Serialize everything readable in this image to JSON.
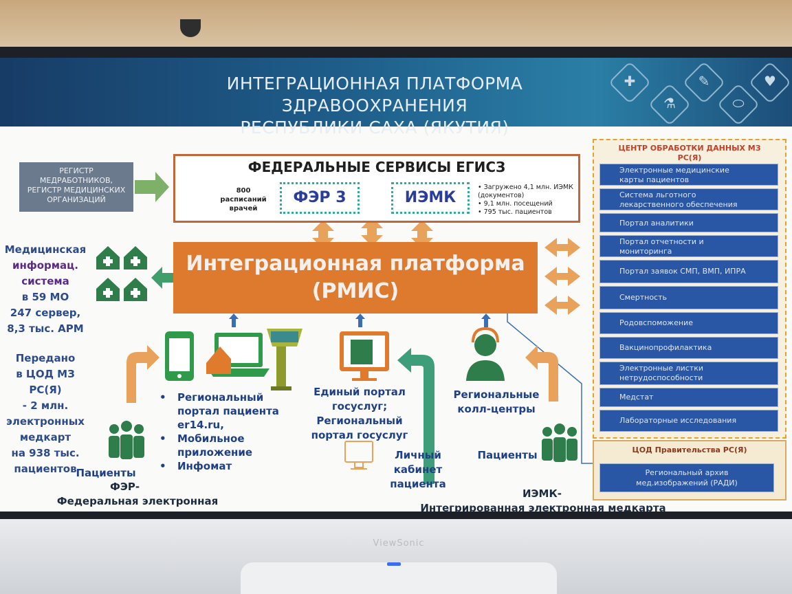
{
  "header": {
    "title_line1": "ИНТЕГРАЦИОННАЯ ПЛАТФОРМА ЗДРАВООХРАНЕНИЯ",
    "title_line2": "РЕСПУБЛИКИ САХА (ЯКУТИЯ)"
  },
  "federal": {
    "title": "ФЕДЕРАЛЬНЫЕ СЕРВИСЫ ЕГИСЗ",
    "schedules_line1": "800",
    "schedules_line2": "расписаний",
    "schedules_line3": "врачей",
    "fer3": "ФЭР 3",
    "iemk": "ИЭМК",
    "stats": [
      "Загружено 4,1 млн. ИЭМК (документов)",
      "9,1 млн. посещений",
      "795 тыс. пациентов"
    ]
  },
  "registry": {
    "line1": "РЕГИСТР",
    "line2": "МЕДРАБОТНИКОВ,",
    "line3": "РЕГИСТР МЕДИЦИНСКИХ",
    "line4": "ОРГАНИЗАЦИЙ"
  },
  "rmis": {
    "line1": "Интеграционная платформа",
    "line2": "(РМИС)"
  },
  "mis": {
    "line1": "Медицинская",
    "line2": "информац.",
    "line3": "система",
    "line4": "в 59 МО",
    "line5": "247 сервер,",
    "line6": "8,3 тыс. АРМ"
  },
  "transfer": {
    "line1": "Передано",
    "line2": "в ЦОД МЗ РС(Я)",
    "line3": "- 2 млн.",
    "line4": "электронных",
    "line5": "медкарт",
    "line6": "на 938 тыс.",
    "line7": "пациентов"
  },
  "center_panel": {
    "title_line1": "ЦЕНТР ОБРАБОТКИ ДАННЫХ МЗ",
    "title_line2": "РС(Я)",
    "services": [
      {
        "line1": "Электронные медицинские",
        "line2": "карты пациентов"
      },
      {
        "line1": "Система льготного",
        "line2": "лекарственного обеспечения"
      },
      {
        "line1": "Портал аналитики",
        "line2": ""
      },
      {
        "line1": "Портал отчетности и",
        "line2": "мониторинга"
      },
      {
        "line1": "Портал заявок СМП, ВМП, ИПРА",
        "line2": ""
      },
      {
        "line1": "Смертность",
        "line2": ""
      },
      {
        "line1": "Родовспоможение",
        "line2": ""
      },
      {
        "line1": "Вакцинопрофилактика",
        "line2": ""
      },
      {
        "line1": "Электронные листки",
        "line2": "нетрудоспособности"
      },
      {
        "line1": "Медстат",
        "line2": ""
      },
      {
        "line1": "Лабораторные исследования",
        "line2": ""
      }
    ]
  },
  "gov_panel": {
    "title": "ЦОД Правительства РС(Я)",
    "archive_line1": "Региональный архив",
    "archive_line2": "мед.изображений (РАДИ)"
  },
  "channels": {
    "patient_portal": [
      "Региональный портал пациента er14.ru,",
      "Мобильное приложение",
      "Инфомат"
    ],
    "gosuslugi_line1": "Единый портал",
    "gosuslugi_line2": "госуслуг;",
    "gosuslugi_line3": "Региональный",
    "gosuslugi_line4": "портал госуслуг",
    "callcenter_line1": "Региональные",
    "callcenter_line2": "колл-центры",
    "cabinet_line1": "Личный",
    "cabinet_line2": "кабинет",
    "cabinet_line3": "пациента",
    "patients_left": "Пациенты",
    "patients_right": "Пациенты",
    "fer_line1": "ФЭР-",
    "fer_line2": "Федеральная  электронная  регистратура",
    "iemk_line1": "ИЭМК-",
    "iemk_line2": "Интегрированная  электронная  медкарта"
  },
  "monitor": {
    "brand": "ViewSonic"
  },
  "colors": {
    "accent_orange": "#de7a2e",
    "arrow_orange": "#e9a25c",
    "icon_green": "#2e7d4a",
    "service_blue": "#2a56a6",
    "header_blue": "#1f5f8c"
  }
}
